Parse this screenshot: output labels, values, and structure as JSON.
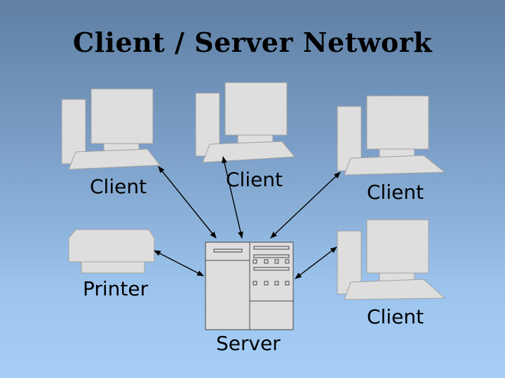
{
  "title": "Client / Server Network",
  "nodes": {
    "client_top_left": "Client",
    "client_top_middle": "Client",
    "client_top_right": "Client",
    "client_bottom_right": "Client",
    "printer": "Printer",
    "server": "Server"
  },
  "colors": {
    "device_fill": "#dedede",
    "device_stroke": "#9a9a9a",
    "connector": "#000000"
  }
}
